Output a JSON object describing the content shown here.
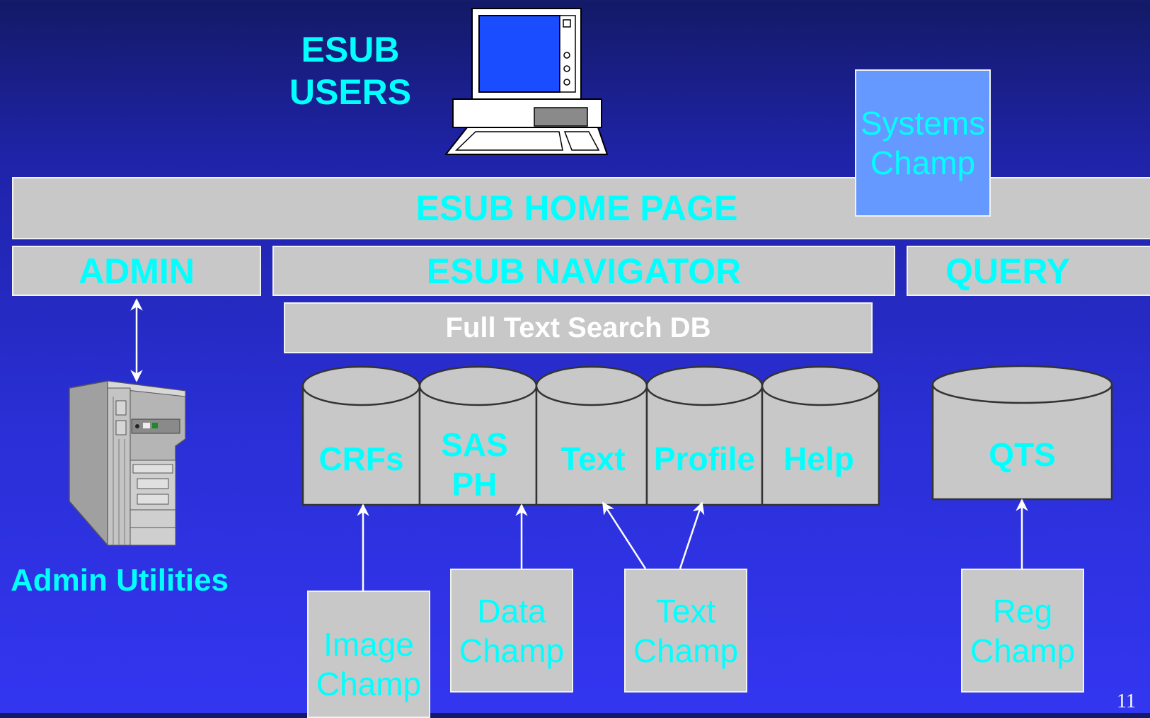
{
  "diagram": {
    "users_title_line1": "ESUB",
    "users_title_line2": "USERS",
    "home_page": "ESUB HOME PAGE",
    "systems_champ_line1": "Systems",
    "systems_champ_line2": "Champ",
    "admin": "ADMIN",
    "navigator": "ESUB NAVIGATOR",
    "query": "QUERY",
    "full_text_search": "Full Text Search DB",
    "admin_utilities": "Admin Utilities",
    "databases": [
      {
        "label_line1": "CRFs",
        "label_line2": ""
      },
      {
        "label_line1": "SAS",
        "label_line2": "PH"
      },
      {
        "label_line1": "Text",
        "label_line2": ""
      },
      {
        "label_line1": "Profile",
        "label_line2": ""
      },
      {
        "label_line1": "Help",
        "label_line2": ""
      }
    ],
    "qts": "QTS",
    "champs": {
      "image": {
        "line1": "Image",
        "line2": "Champ"
      },
      "data": {
        "line1": "Data",
        "line2": "Champ"
      },
      "text": {
        "line1": "Text",
        "line2": "Champ"
      },
      "reg": {
        "line1": "Reg",
        "line2": "Champ"
      }
    },
    "page_number": "11"
  },
  "colors": {
    "background_top": "#131a66",
    "background_bottom": "#3336f0",
    "label_cyan": "#00ffff",
    "box_gray": "#c8c8c8",
    "systems_champ_blue": "#6699ff"
  }
}
